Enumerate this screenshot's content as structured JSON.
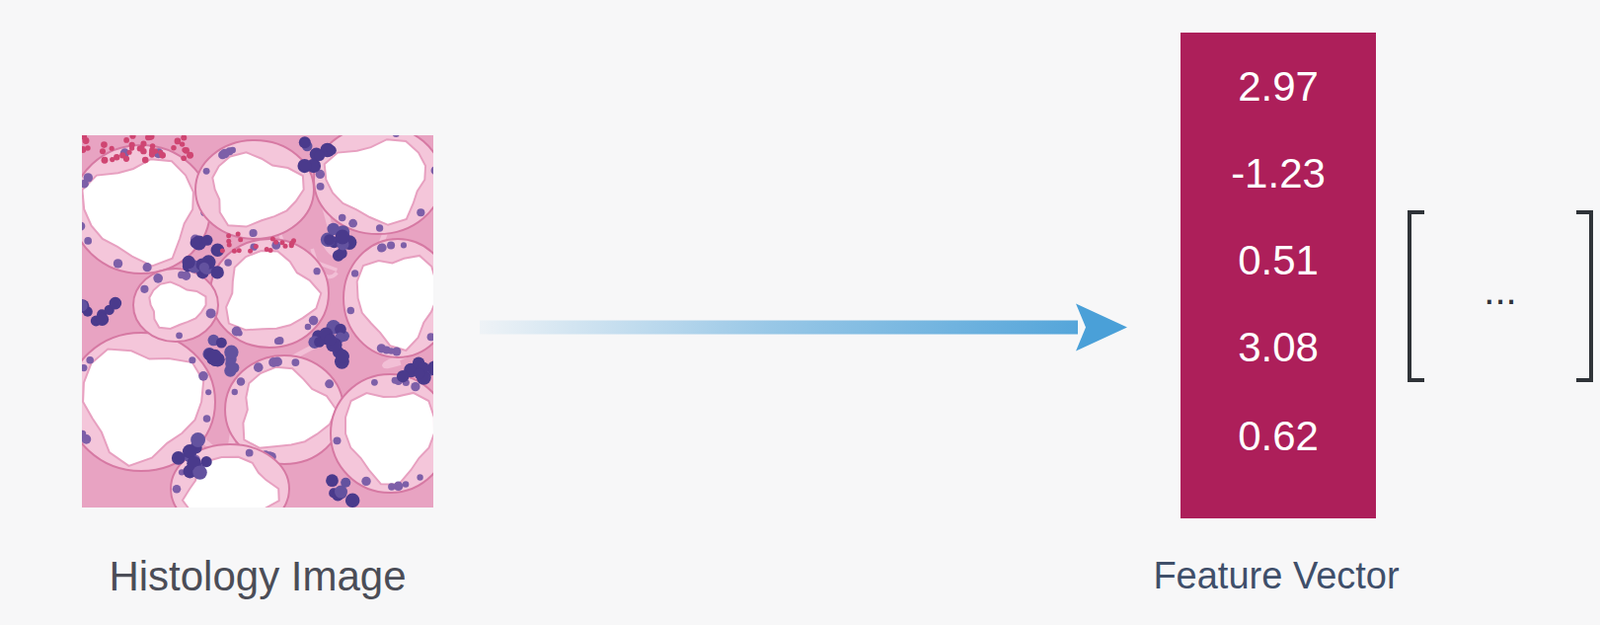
{
  "diagram": {
    "nodes": [
      {
        "text": [
          "Histology Image"
        ]
      },
      {
        "text": [
          "2.97",
          "-1.23",
          "0.51",
          "3.08",
          "0.62",
          "Feature Vector"
        ]
      },
      {
        "text": [
          "..."
        ]
      }
    ],
    "edges": [
      {
        "from": 0,
        "to": 1,
        "arrow": "to"
      }
    ]
  }
}
